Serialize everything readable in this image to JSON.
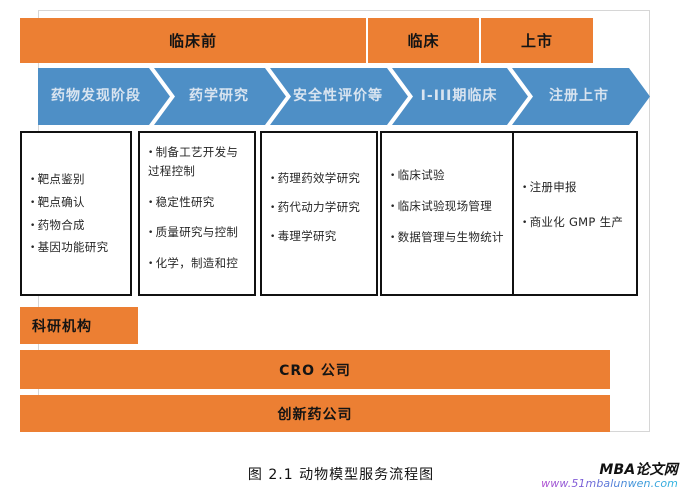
{
  "figure": {
    "caption": "图 2.1  动物模型服务流程图"
  },
  "colors": {
    "orange": "#EC7F33",
    "blue": "#4E8FC6",
    "chevron_text": "#D9E4F0",
    "box_border": "#111111",
    "page_border": "#D6D6D6"
  },
  "phase_bar": {
    "cells": [
      {
        "label": "临床前"
      },
      {
        "label": "临床"
      },
      {
        "label": "上市"
      }
    ]
  },
  "stage_chevrons": [
    {
      "label": "药物发现阶段"
    },
    {
      "label": "药学研究"
    },
    {
      "label": "安全性\n评价等",
      "line1": "安全性",
      "line2": "评价等"
    },
    {
      "label": "I-III期临床"
    },
    {
      "label": "注册上市"
    }
  ],
  "detail_boxes": [
    {
      "name": "discovery",
      "items": [
        "靶点鉴别",
        "靶点确认",
        "药物合成",
        "基因功能研究"
      ]
    },
    {
      "name": "pharmaceutics",
      "items": [
        "制备工艺开发与过程控制",
        "稳定性研究",
        "质量研究与控制",
        "化学，制造和控"
      ]
    },
    {
      "name": "safety",
      "items": [
        "药理药效学研究",
        "药代动力学研究",
        "毒理学研究"
      ]
    },
    {
      "name": "clinical",
      "items": [
        "临床试验",
        "临床试验现场管理",
        "数据管理与生物统计"
      ]
    },
    {
      "name": "registration",
      "items": [
        "注册申报",
        "商业化 GMP 生产"
      ]
    }
  ],
  "provider_bars": [
    {
      "label": "科研机构"
    },
    {
      "label": "CRO 公司"
    },
    {
      "label": "创新药公司"
    }
  ],
  "watermark": {
    "title": "MBA论文网",
    "url": "www.51mbalunwen.com"
  }
}
